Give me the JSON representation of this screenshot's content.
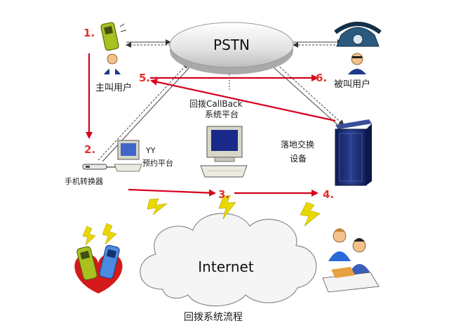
{
  "nodes": {
    "pstn": "PSTN",
    "internet": "Internet",
    "caller": "主叫用户",
    "callee": "被叫用户",
    "callback_platform_line1": "回拨CallBack",
    "callback_platform_line2": "系统平台",
    "yy_line1": "YY",
    "yy_line2": "预约平台",
    "phone_converter": "手机转换器",
    "switch_line1": "落地交换",
    "switch_line2": "设备"
  },
  "steps": [
    "1.",
    "2.",
    "3.",
    "4.",
    "5.",
    "6."
  ],
  "caption": "回拨系统流程",
  "colors": {
    "red": "#d6001c",
    "step": "#e03030",
    "bolt": "#e8d800",
    "cloud": "#f4f4f4"
  }
}
